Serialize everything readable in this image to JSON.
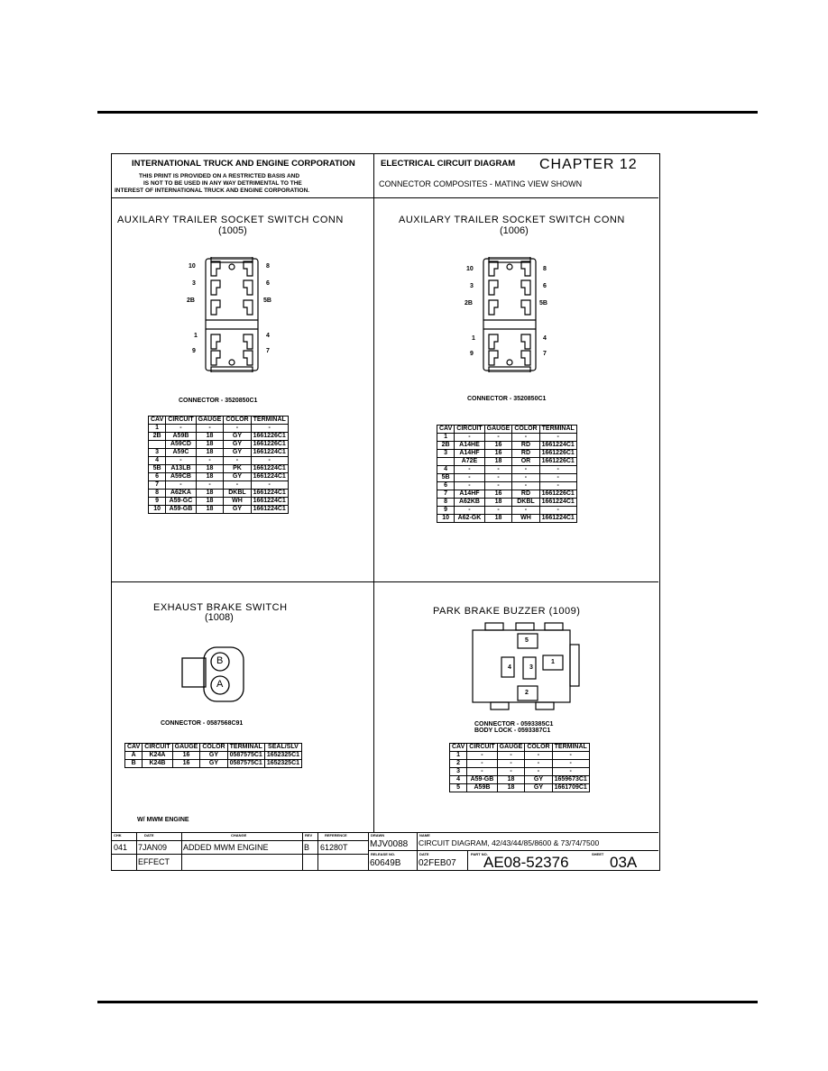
{
  "title_block": {
    "company": "INTERNATIONAL TRUCK AND ENGINE CORPORATION",
    "notice": [
      "THIS PRINT IS PROVIDED ON A RESTRICTED BASIS AND",
      "IS NOT TO BE USED IN ANY WAY DETRIMENTAL TO THE",
      "INTEREST OF INTERNATIONAL TRUCK AND ENGINE CORPORATION."
    ],
    "diagram_type": "ELECTRICAL CIRCUIT DIAGRAM",
    "chapter": "CHAPTER 12",
    "subtitle": "CONNECTOR COMPOSITES - MATING VIEW SHOWN"
  },
  "panels": {
    "p1005": {
      "title": "AUXILARY TRAILER SOCKET SWITCH CONN",
      "code": "(1005)",
      "pins_left": [
        "10",
        "3",
        "2B",
        "1",
        "9"
      ],
      "pins_right": [
        "8",
        "6",
        "5B",
        "4",
        "7"
      ],
      "connector": "CONNECTOR - 3520850C1",
      "headers": [
        "CAV",
        "CIRCUIT",
        "GAUGE",
        "COLOR",
        "TERMINAL"
      ],
      "rows": [
        [
          "1",
          "-",
          "-",
          "-",
          "-"
        ],
        [
          "2B",
          "A59B",
          "18",
          "GY",
          "1661226C1"
        ],
        [
          "",
          "A59CD",
          "18",
          "GY",
          "1661226C1"
        ],
        [
          "3",
          "A59C",
          "18",
          "GY",
          "1661224C1"
        ],
        [
          "4",
          "-",
          "-",
          "-",
          "-"
        ],
        [
          "5B",
          "A13LB",
          "18",
          "PK",
          "1661224C1"
        ],
        [
          "6",
          "A59CB",
          "18",
          "GY",
          "1661224C1"
        ],
        [
          "7",
          "-",
          "-",
          "-",
          "-"
        ],
        [
          "8",
          "A62KA",
          "18",
          "DKBL",
          "1661224C1"
        ],
        [
          "9",
          "A59-GC",
          "18",
          "WH",
          "1661224C1"
        ],
        [
          "10",
          "A59-GB",
          "18",
          "GY",
          "1661224C1"
        ]
      ]
    },
    "p1006": {
      "title": "AUXILARY TRAILER SOCKET SWITCH CONN",
      "code": "(1006)",
      "pins_left": [
        "10",
        "3",
        "2B",
        "1",
        "9"
      ],
      "pins_right": [
        "8",
        "6",
        "5B",
        "4",
        "7"
      ],
      "connector": "CONNECTOR - 3520850C1",
      "headers": [
        "CAV",
        "CIRCUIT",
        "GAUGE",
        "COLOR",
        "TERMINAL"
      ],
      "rows": [
        [
          "1",
          "-",
          "-",
          "-",
          "-"
        ],
        [
          "2B",
          "A14HE",
          "16",
          "RD",
          "1661224C1"
        ],
        [
          "3",
          "A14HF",
          "16",
          "RD",
          "1661226C1"
        ],
        [
          "",
          "A72E",
          "18",
          "OR",
          "1661226C1"
        ],
        [
          "4",
          "-",
          "-",
          "-",
          "-"
        ],
        [
          "5B",
          "-",
          "-",
          "-",
          "-"
        ],
        [
          "6",
          "-",
          "-",
          "-",
          "-"
        ],
        [
          "7",
          "A14HF",
          "16",
          "RD",
          "1661226C1"
        ],
        [
          "8",
          "A62KB",
          "18",
          "DKBL",
          "1661224C1"
        ],
        [
          "9",
          "-",
          "-",
          "-",
          "-"
        ],
        [
          "10",
          "A62-GK",
          "18",
          "WH",
          "1661224C1"
        ]
      ]
    },
    "p1008": {
      "title": "EXHAUST BRAKE SWITCH",
      "code": "(1008)",
      "pins": [
        "B",
        "A"
      ],
      "connector": "CONNECTOR - 0587568C91",
      "headers": [
        "CAV",
        "CIRCUIT",
        "GAUGE",
        "COLOR",
        "TERMINAL",
        "SEAL/SLV"
      ],
      "rows": [
        [
          "A",
          "K24A",
          "16",
          "GY",
          "0587575C1",
          "1652325C1"
        ],
        [
          "B",
          "K24B",
          "16",
          "GY",
          "0587575C1",
          "1652325C1"
        ]
      ],
      "note": "W/ MWM ENGINE"
    },
    "p1009": {
      "title": "PARK BRAKE BUZZER (1009)",
      "pins": [
        "5",
        "4",
        "3",
        "1",
        "2"
      ],
      "connector": "CONNECTOR - 0593385C1",
      "body_lock": "BODY LOCK - 0593387C1",
      "headers": [
        "CAV",
        "CIRCUIT",
        "GAUGE",
        "COLOR",
        "TERMINAL"
      ],
      "rows": [
        [
          "1",
          "-",
          "-",
          "-",
          "-"
        ],
        [
          "2",
          "-",
          "-",
          "-",
          "-"
        ],
        [
          "3",
          "-",
          "-",
          "-",
          "-"
        ],
        [
          "4",
          "A59-GB",
          "18",
          "GY",
          "1659673C1"
        ],
        [
          "5",
          "A59B",
          "18",
          "GY",
          "1661709C1"
        ]
      ]
    }
  },
  "revision_block": {
    "labels": {
      "chk": "CHK",
      "date": "DATE",
      "change": "CHANGE",
      "rev": "REV",
      "reference": "REFERENCE",
      "drawn": "DRAWN",
      "name": "NAME",
      "release_no": "RELEASE NO.",
      "date2": "DATE",
      "part_no": "PART NO.",
      "sheet": "SHEET"
    },
    "chk": "041",
    "date": "7JAN09",
    "change": "ADDED MWM ENGINE",
    "rev": "B",
    "reference": "61280T",
    "effect": "EFFECT",
    "drawn": "MJV0088",
    "name": "CIRCUIT DIAGRAM, 42/43/44/85/8600 & 73/74/7500",
    "release_no": "60649B",
    "release_date": "02FEB07",
    "part_no": "AE08-52376",
    "sheet": "03A"
  }
}
